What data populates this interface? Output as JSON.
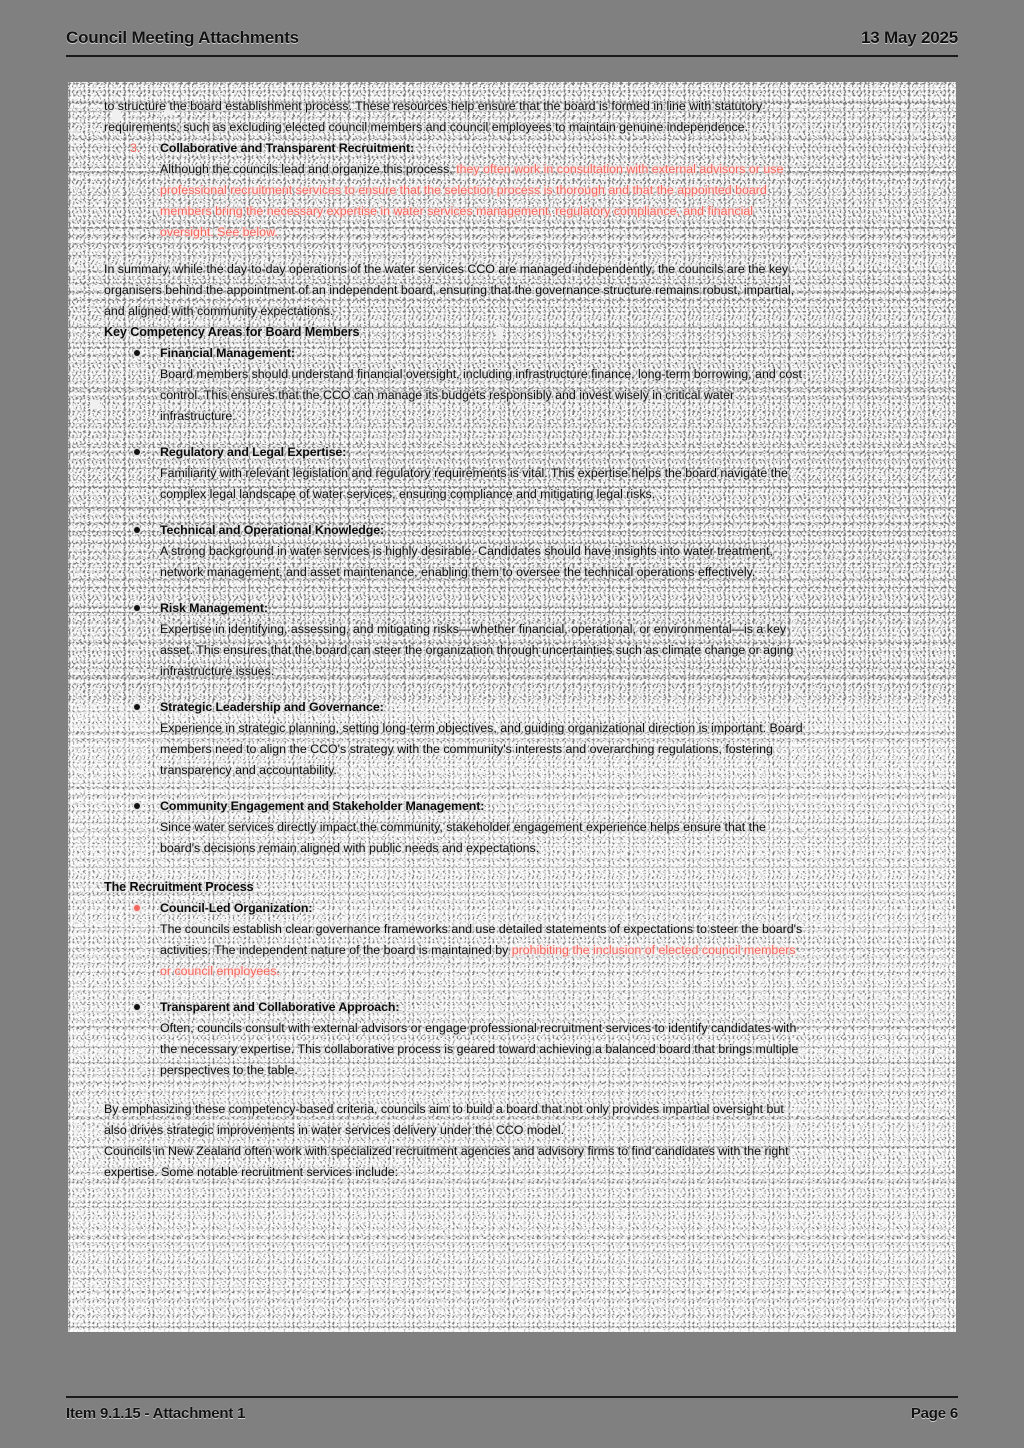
{
  "header": {
    "left": "Council Meeting Attachments",
    "right": "13 May 2025"
  },
  "footer": {
    "left": "Item 9.1.15 - Attachment 1",
    "right": "Page 6"
  },
  "colors": {
    "page_background": "#808080",
    "body_text": "#0b0b0b",
    "highlight_red": "#f4665c",
    "rule": "#1a1a1a"
  },
  "body": {
    "continued_paragraph": "to structure the board establishment process. These resources help ensure that the board is formed in line with statutory requirements, such as excluding elected council members and council employees to maintain genuine independence.",
    "numbered_items": [
      {
        "number": "3.",
        "title": "Collaborative and Transparent Recruitment:",
        "text_black": "Although the councils lead and organize this process,",
        "text_red": "they often work in consultation with external advisors or use professional recruitment services to ensure that the selection process is thorough and that the appointed board members bring the necessary expertise in water services management, regulatory compliance, and financial oversight. See below."
      }
    ],
    "summary_paragraph": "In summary, while the day-to-day operations of the water services CCO are managed independently, the councils are the key organisers behind the appointment of an independent board, ensuring that the governance structure remains robust, impartial, and aligned with community expectations.",
    "competency_heading": "Key Competency Areas for Board Members",
    "competencies": [
      {
        "title": "Financial Management:",
        "text": "Board members should understand financial oversight, including infrastructure finance, long-term borrowing, and cost control. This ensures that the CCO can manage its budgets responsibly and invest wisely in critical water infrastructure."
      },
      {
        "title": "Regulatory and Legal Expertise:",
        "text": "Familiarity with relevant legislation and regulatory requirements is vital. This expertise helps the board navigate the complex legal landscape of water services, ensuring compliance and mitigating legal risks."
      },
      {
        "title": "Technical and Operational Knowledge:",
        "text": "A strong background in water services is highly desirable. Candidates should have insights into water treatment, network management, and asset maintenance, enabling them to oversee the technical operations effectively."
      },
      {
        "title": "Risk Management:",
        "text": "Expertise in identifying, assessing, and mitigating risks—whether financial, operational, or environmental—is a key asset. This ensures that the board can steer the organization through uncertainties such as climate change or aging infrastructure issues."
      },
      {
        "title": "Strategic Leadership and Governance:",
        "text": "Experience in strategic planning, setting long-term objectives, and guiding organizational direction is important. Board members need to align the CCO's strategy with the community's interests and overarching regulations, fostering transparency and accountability."
      },
      {
        "title": "Community Engagement and Stakeholder Management:",
        "text": "Since water services directly impact the community, stakeholder engagement experience helps ensure that the board's decisions remain aligned with public needs and expectations."
      }
    ],
    "recruitment_heading": "The Recruitment Process",
    "recruitment_items": [
      {
        "title": "Council-Led Organization:",
        "text_black": "The councils establish clear governance frameworks and use detailed statements of expectations to steer the board's activities. The independent nature of the board is maintained by",
        "text_red": "prohibiting the inclusion of elected council members or council employees.",
        "bullet_color": "red"
      },
      {
        "title": "Transparent and Collaborative Approach:",
        "text_black": "Often, councils consult with external advisors or engage professional recruitment services to identify candidates with the necessary expertise. This collaborative process is geared toward achieving a balanced board that brings multiple perspectives to the table.",
        "text_red": "",
        "bullet_color": "black"
      }
    ],
    "closing_paragraph": "By emphasizing these competency-based criteria, councils aim to build a board that not only provides impartial oversight but also drives strategic improvements in water services delivery under the CCO model.",
    "final_paragraph": "Councils in New Zealand often work with specialized recruitment agencies and advisory firms to find candidates with the right expertise. Some notable recruitment services include:"
  }
}
